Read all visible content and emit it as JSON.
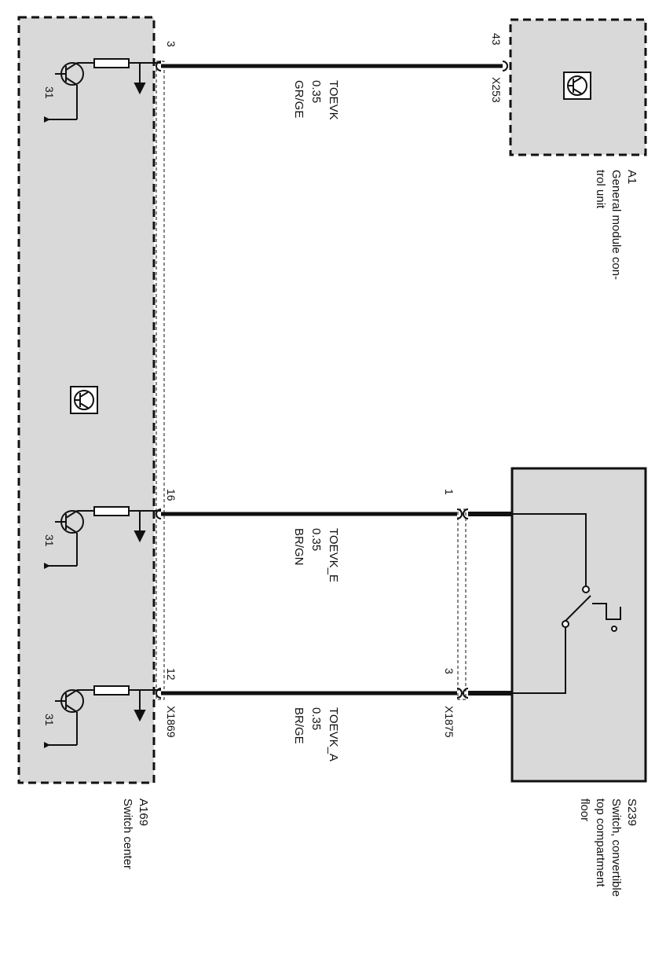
{
  "colors": {
    "module_fill": "#d9d9d9",
    "stroke": "#111111",
    "wire": "#111111",
    "background": "#ffffff"
  },
  "icons": {
    "transistor": "transistor-icon",
    "ground": "ground-arrow-icon",
    "control_unit": "control-unit-symbol-icon",
    "switch": "switch-contact-icon"
  },
  "components": {
    "a169": {
      "id": "A169",
      "name": "Switch center",
      "connector": "X1869"
    },
    "a1": {
      "id": "A1",
      "name_line1": "General module con-",
      "name_line2": "trol unit",
      "connector": "X253"
    },
    "s239": {
      "id": "S239",
      "name_line1": "Switch, convertible",
      "name_line2": "top compartment",
      "name_line3": "floor",
      "connector": "X1875"
    }
  },
  "ground_label": "31",
  "wires": [
    {
      "signal": "TOEVK",
      "size": "0.35",
      "color_code": "GR/GE",
      "pin_left": "3",
      "pin_right": "43"
    },
    {
      "signal": "TOEVK_E",
      "size": "0.35",
      "color_code": "BR/GN",
      "pin_left": "16",
      "pin_right": "1"
    },
    {
      "signal": "TOEVK_A",
      "size": "0.35",
      "color_code": "BR/GE",
      "pin_left": "12",
      "pin_right": "3"
    }
  ]
}
